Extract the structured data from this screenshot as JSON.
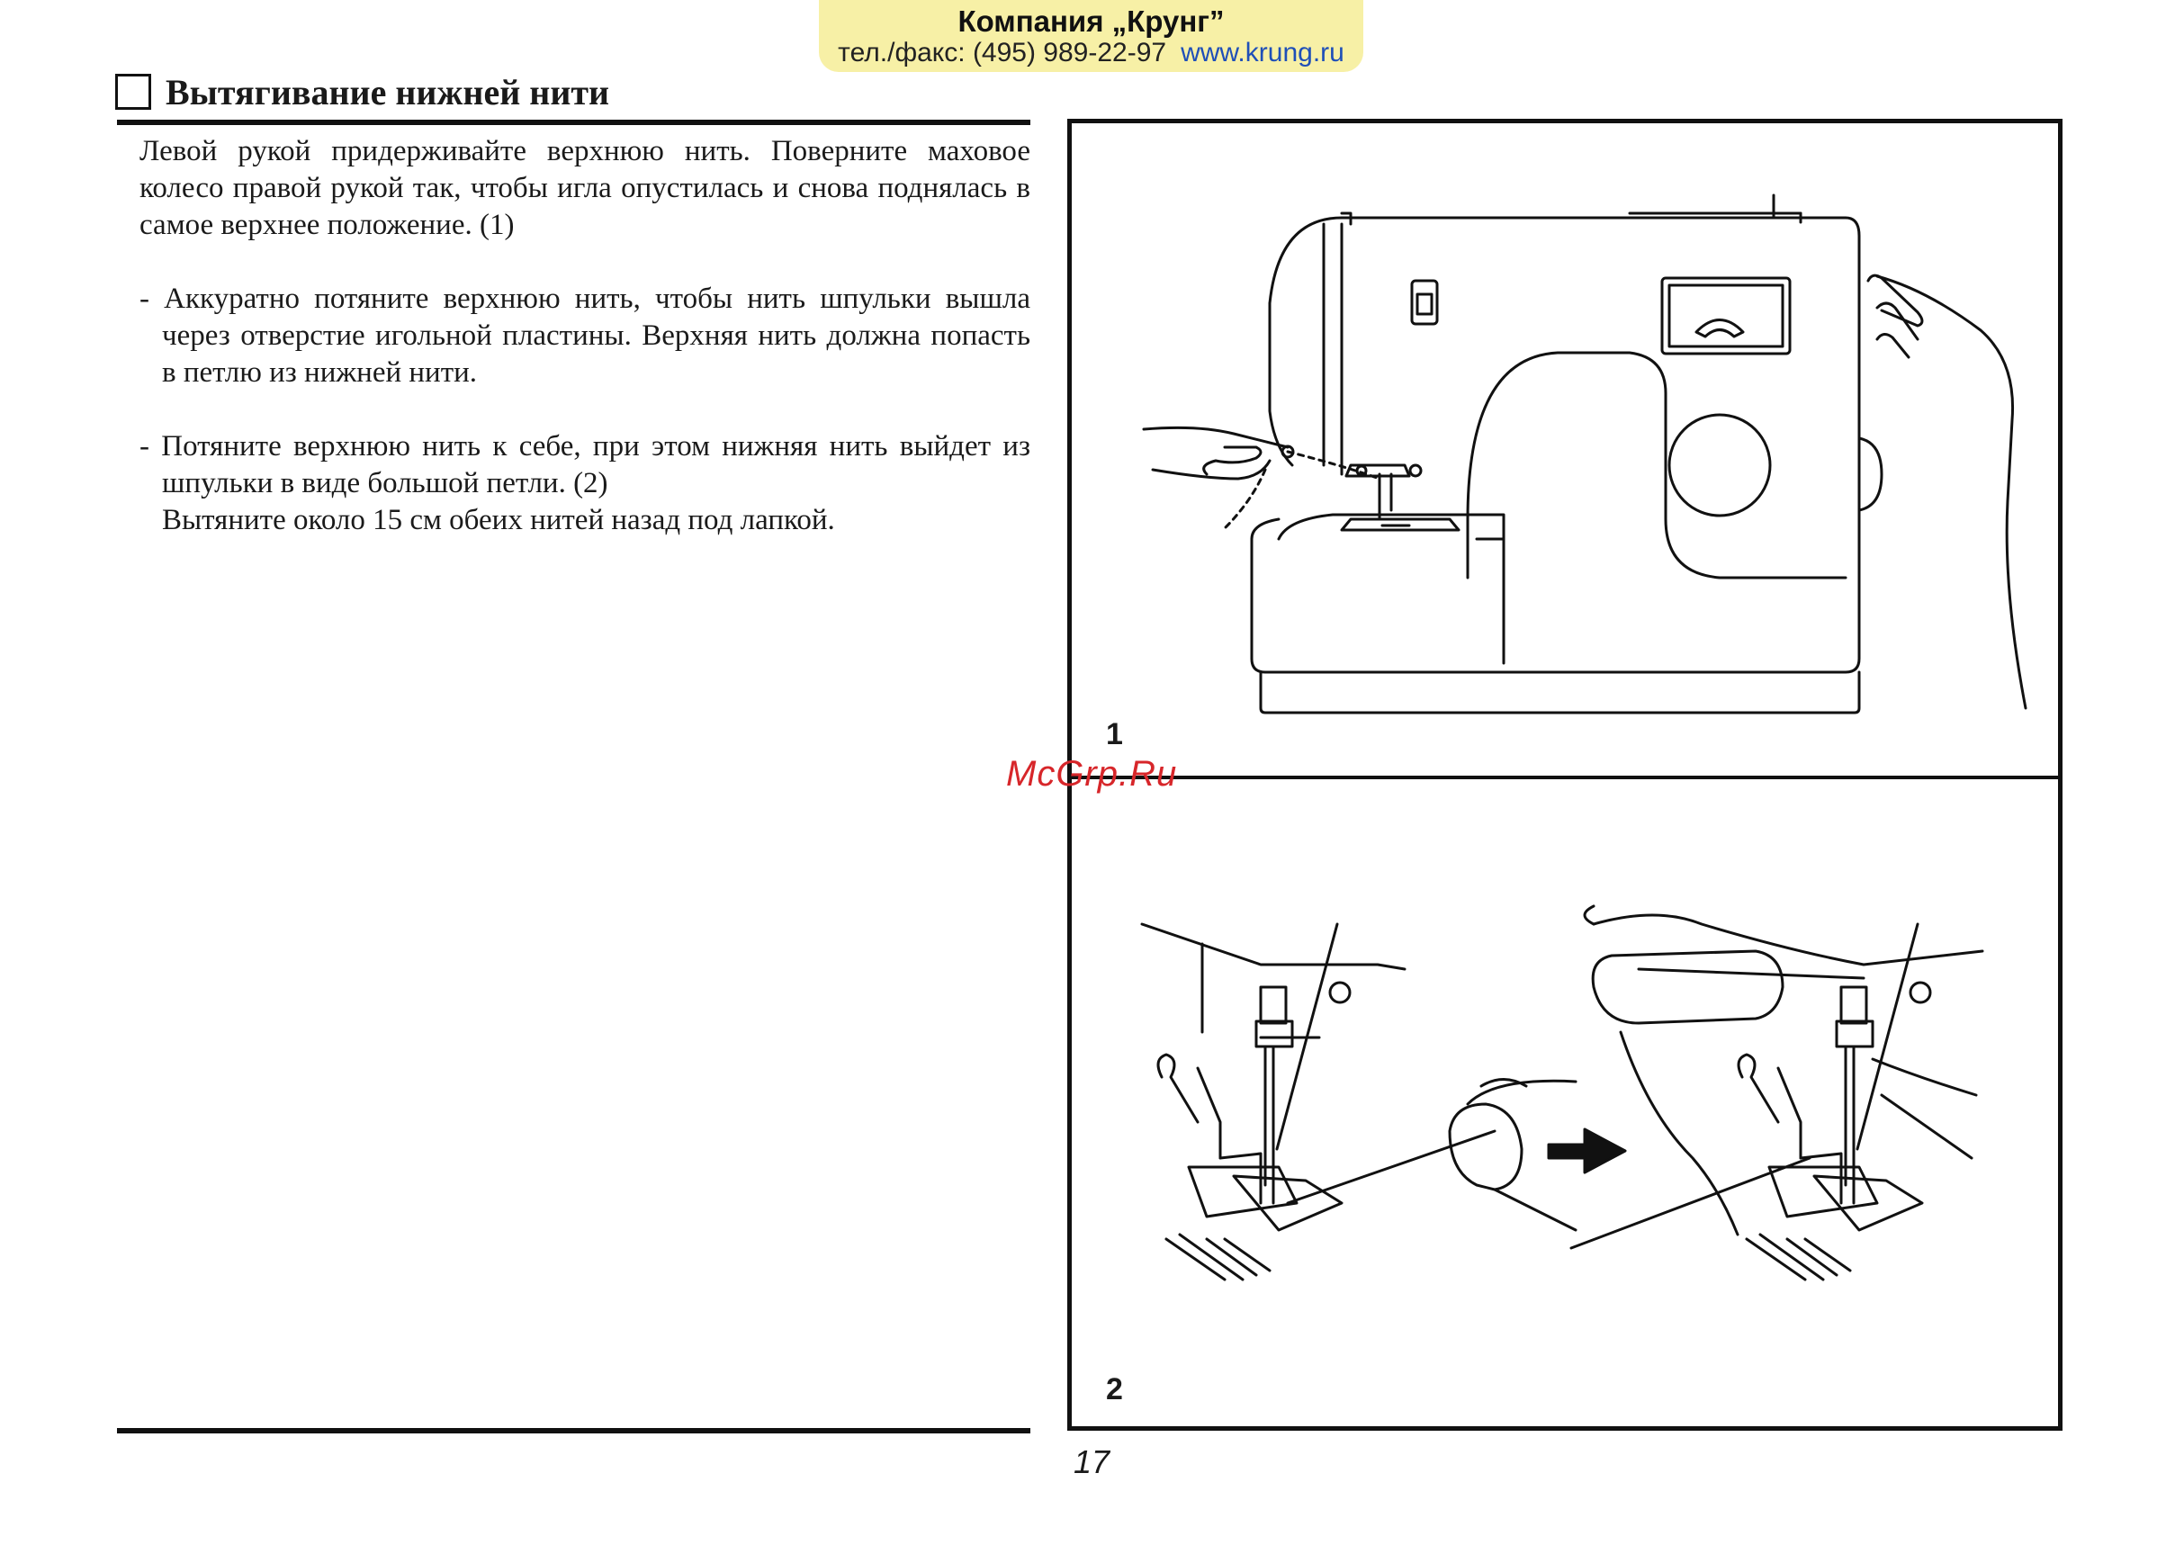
{
  "banner": {
    "company": "Компания „Крунг”",
    "phone": "тел./факс: (495) 989-22-97",
    "url": "www.krung.ru"
  },
  "section": {
    "title": "Вытягивание нижней нити"
  },
  "text": {
    "intro": "Левой рукой придерживайте верхнюю нить. Поверните маховое колесо правой рукой так, чтобы игла опустилась и снова поднялась в самое верхнее положение. (1)",
    "bullet1": "- Аккуратно потяните верхнюю нить, чтобы нить шпульки вышла через отверстие игольной пластины. Верхняя нить должна попасть в петлю из нижней нити.",
    "bullet2": "- Потяните верхнюю нить к себе, при этом нижняя нить выйдет из шпульки в виде большой петли. (2)",
    "bullet2_line2": "Вытяните около 15 см обеих нитей назад под лапкой."
  },
  "figure": {
    "label1": "1",
    "label2": "2"
  },
  "watermark": "McGrp.Ru",
  "page_number": "17"
}
